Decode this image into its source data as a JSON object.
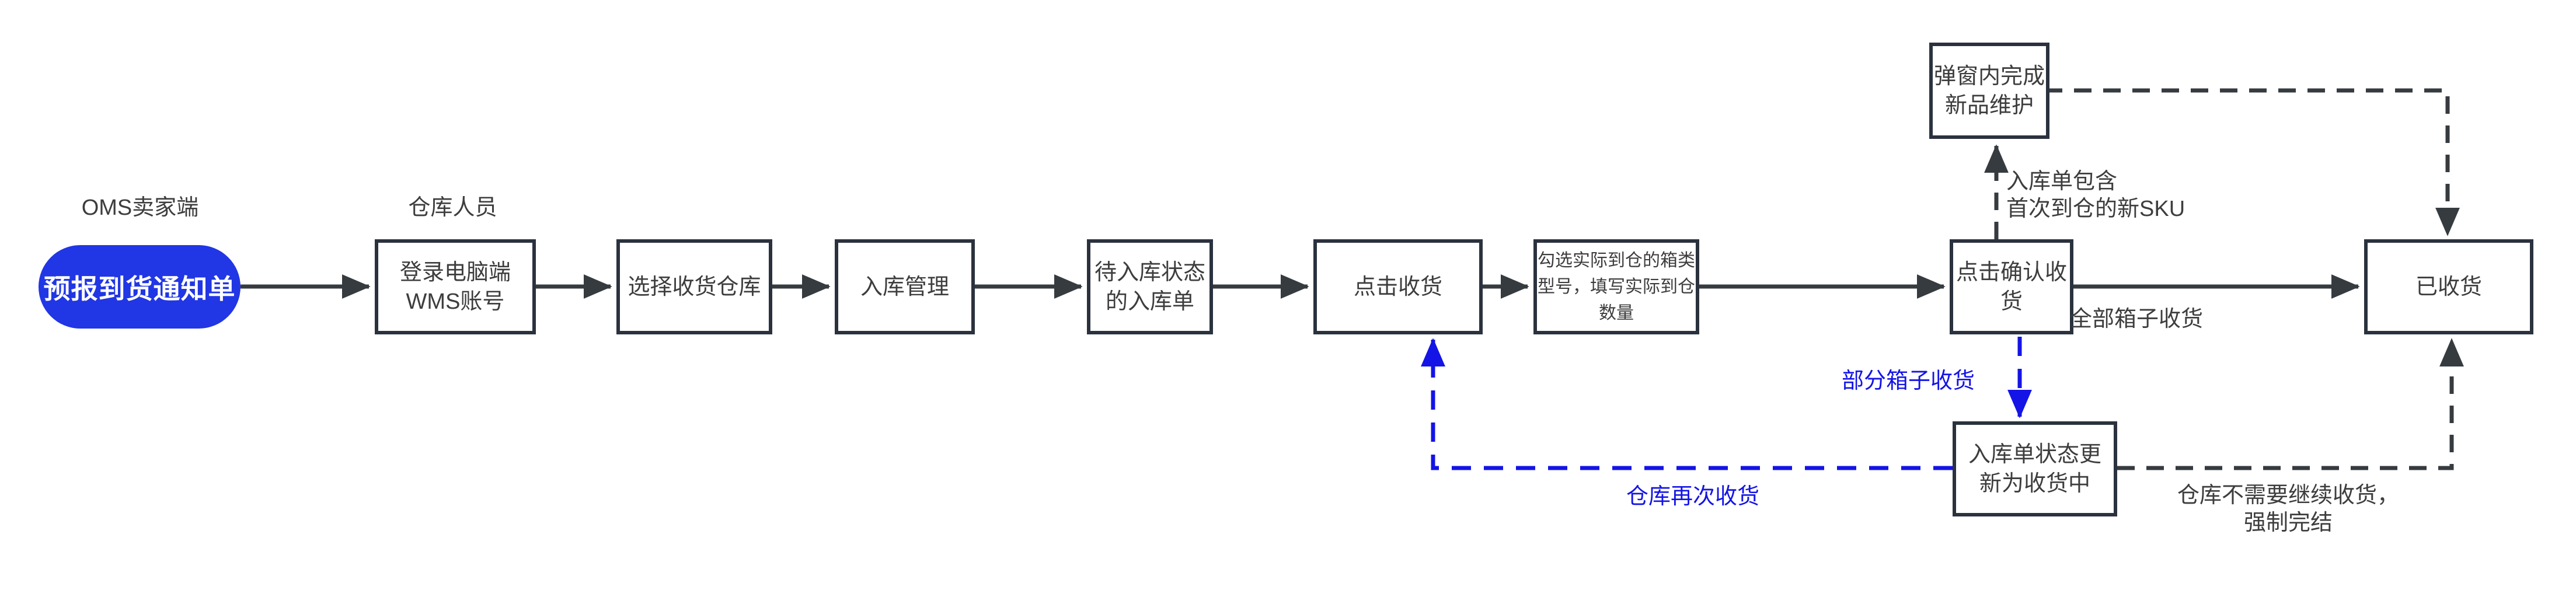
{
  "title": "入库收货流程图",
  "colors": {
    "pill_blue": "#2136e4",
    "accent_blue": "#1414e6",
    "box_border": "#2b323e",
    "connector_dark": "#363b40",
    "text_dark": "#3d3d3d",
    "background": "#ffffff"
  },
  "lanes": {
    "oms_label": "OMS卖家端",
    "warehouse_label": "仓库人员"
  },
  "nodes": {
    "forecast_pill": "预报到货通知单",
    "login": "登录电脑端\nWMS账号",
    "select_warehouse": "选择收货仓库",
    "inbound_mgmt": "入库管理",
    "pending_order": "待入库状态\n的入库单",
    "click_receive": "点击收货",
    "fill_quantity": "勾选实际到仓的箱类\n型号，填写实际到仓\n数量",
    "confirm_receive": "点击确认收货",
    "received": "已收货",
    "new_product": "弹窗内完成\n新品维护",
    "status_receiving": "入库单状态更\n新为收货中"
  },
  "edge_labels": {
    "new_sku_note": "入库单包含\n首次到仓的新SKU",
    "all_boxes": "全部箱子收货",
    "partial_boxes": "部分箱子收货",
    "warehouse_again": "仓库再次收货",
    "force_complete": "仓库不需要继续收货，\n强制完结"
  }
}
